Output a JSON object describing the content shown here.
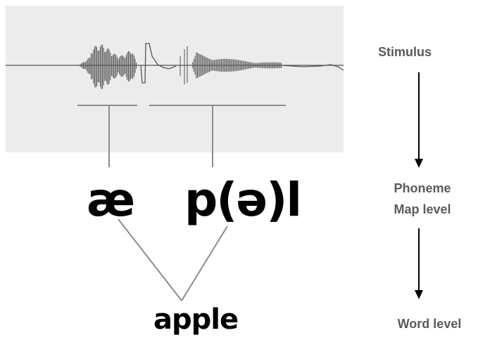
{
  "diagram": {
    "levels": {
      "stimulus": "Stimulus",
      "phoneme_line1": "Phoneme",
      "phoneme_line2": "Map level",
      "word": "Word level"
    },
    "phonemes": [
      "æ",
      "p(ə)l"
    ],
    "word": "apple",
    "colors": {
      "panel": "#ececec",
      "waveform": "#555555",
      "connector": "#8c8c8c",
      "arrow": "#000000",
      "level_text": "#5a5a5a"
    }
  }
}
